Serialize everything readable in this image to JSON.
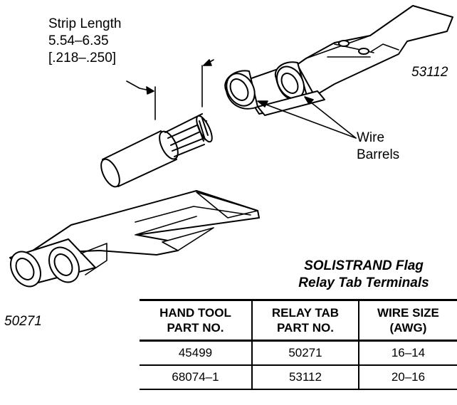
{
  "strip": {
    "line1": "Strip Length",
    "line2": "5.54–6.35",
    "line3": "[.218–.250]"
  },
  "labels": {
    "part_top": "53112",
    "part_bottom": "50271",
    "wire_line1": "Wire",
    "wire_line2": "Barrels"
  },
  "table": {
    "title_line1": "SOLISTRAND Flag",
    "title_line2": "Relay Tab Terminals",
    "headers": [
      [
        "HAND TOOL",
        "PART NO."
      ],
      [
        "RELAY TAB",
        "PART NO."
      ],
      [
        "WIRE SIZE",
        "(AWG)"
      ]
    ],
    "rows": [
      [
        "45499",
        "50271",
        "16–14"
      ],
      [
        "68074–1",
        "53112",
        "20–16"
      ]
    ]
  }
}
